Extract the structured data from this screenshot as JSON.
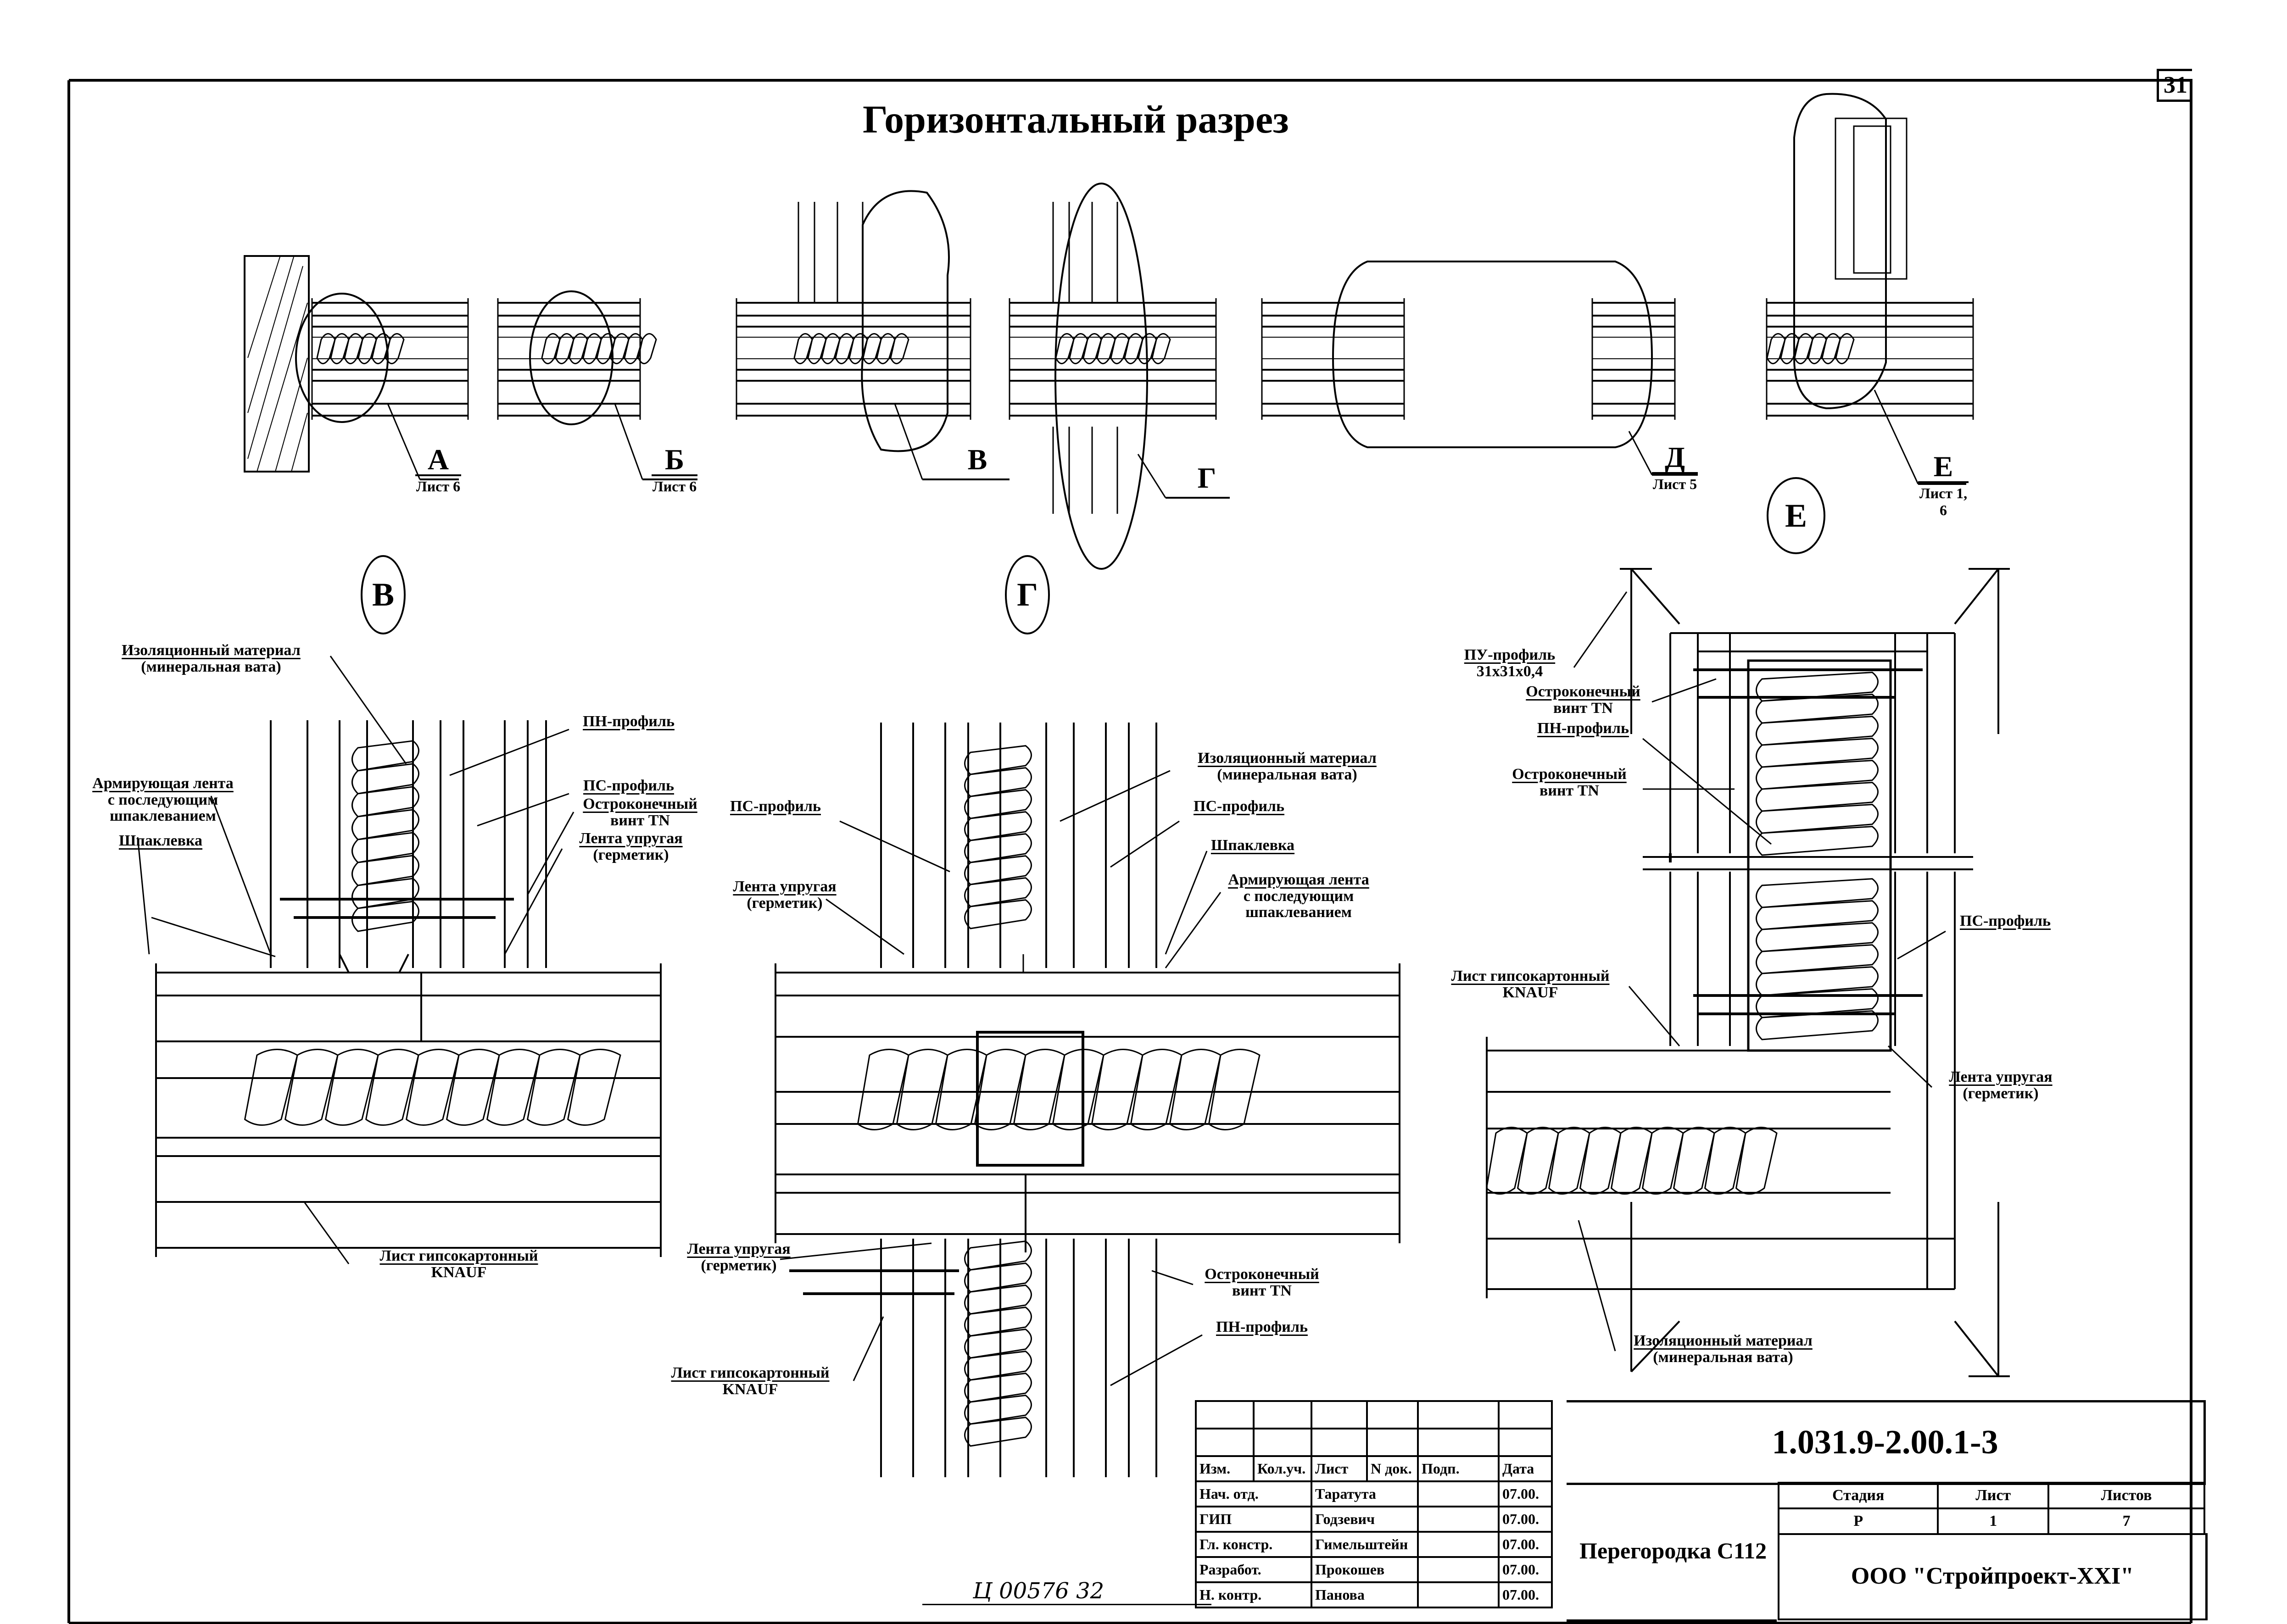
{
  "page": {
    "title": "Горизонтальный разрез",
    "page_number": "31",
    "handwritten_note": "Ц 00576  32"
  },
  "plan_references": [
    {
      "letter": "А",
      "sheet": "Лист 6"
    },
    {
      "letter": "Б",
      "sheet": "Лист 6"
    },
    {
      "letter": "В",
      "sheet": ""
    },
    {
      "letter": "Г",
      "sheet": ""
    },
    {
      "letter": "Д",
      "sheet": "Лист 5"
    },
    {
      "letter": "Е",
      "sheet": "Лист 1, 6"
    }
  ],
  "details": {
    "v": {
      "marker": "В",
      "labels": {
        "insulation": [
          "Изоляционный материал",
          "(минеральная вата)"
        ],
        "pn_profile": [
          "ПН-профиль"
        ],
        "ps_profile": [
          "ПС-профиль"
        ],
        "screw": [
          "Остроконечный",
          "винт TN"
        ],
        "tape": [
          "Лента упругая",
          "(герметик)"
        ],
        "reinforcing_tape": [
          "Армирующая лента",
          "с последующим",
          "шпаклеванием"
        ],
        "putty": [
          "Шпаклевка"
        ],
        "gypsum": [
          "Лист гипсокартонный",
          "KNAUF"
        ]
      }
    },
    "g": {
      "marker": "Г",
      "labels": {
        "ps_profile_left": [
          "ПС-профиль"
        ],
        "insulation": [
          "Изоляционный материал",
          "(минеральная вата)"
        ],
        "ps_profile_right": [
          "ПС-профиль"
        ],
        "putty": [
          "Шпаклевка"
        ],
        "tape_top": [
          "Лента упругая",
          "(герметик)"
        ],
        "reinforcing_tape": [
          "Армирующая лента",
          "с последующим",
          "шпаклеванием"
        ],
        "tape_bottom": [
          "Лента упругая",
          "(герметик)"
        ],
        "screw": [
          "Остроконечный",
          "винт TN"
        ],
        "pn_profile": [
          "ПН-профиль"
        ],
        "gypsum": [
          "Лист гипсокартонный",
          "KNAUF"
        ]
      }
    },
    "e": {
      "marker": "Е",
      "labels": {
        "pu_profile": [
          "ПУ-профиль",
          "31x31x0,4"
        ],
        "screw_top": [
          "Остроконечный",
          "винт TN"
        ],
        "pn_profile": [
          "ПН-профиль"
        ],
        "screw_mid": [
          "Остроконечный",
          "винт TN"
        ],
        "ps_profile": [
          "ПС-профиль"
        ],
        "gypsum": [
          "Лист гипсокартонный",
          "KNAUF"
        ],
        "tape": [
          "Лента упругая",
          "(герметик)"
        ],
        "insulation": [
          "Изоляционный материал",
          "(минеральная вата)"
        ]
      }
    }
  },
  "title_block": {
    "document_code": "1.031.9-2.00.1-3",
    "document_name": "Перегородка С112",
    "organization": "ООО \"Стройпроект-XXI\"",
    "revision_headers": [
      "Изм.",
      "Кол.уч.",
      "Лист",
      "N док.",
      "Подп.",
      "Дата"
    ],
    "signatories": [
      {
        "role": "Нач. отд.",
        "name": "Таратута",
        "date": "07.00."
      },
      {
        "role": "ГИП",
        "name": "Годзевич",
        "date": "07.00."
      },
      {
        "role": "Гл. констр.",
        "name": "Гимельштейн",
        "date": "07.00."
      },
      {
        "role": "Разработ.",
        "name": "Прокошев",
        "date": "07.00."
      },
      {
        "role": "Н. контр.",
        "name": "Панова",
        "date": "07.00."
      }
    ],
    "stage_headers": [
      "Стадия",
      "Лист",
      "Листов"
    ],
    "stage_values": [
      "Р",
      "1",
      "7"
    ]
  }
}
